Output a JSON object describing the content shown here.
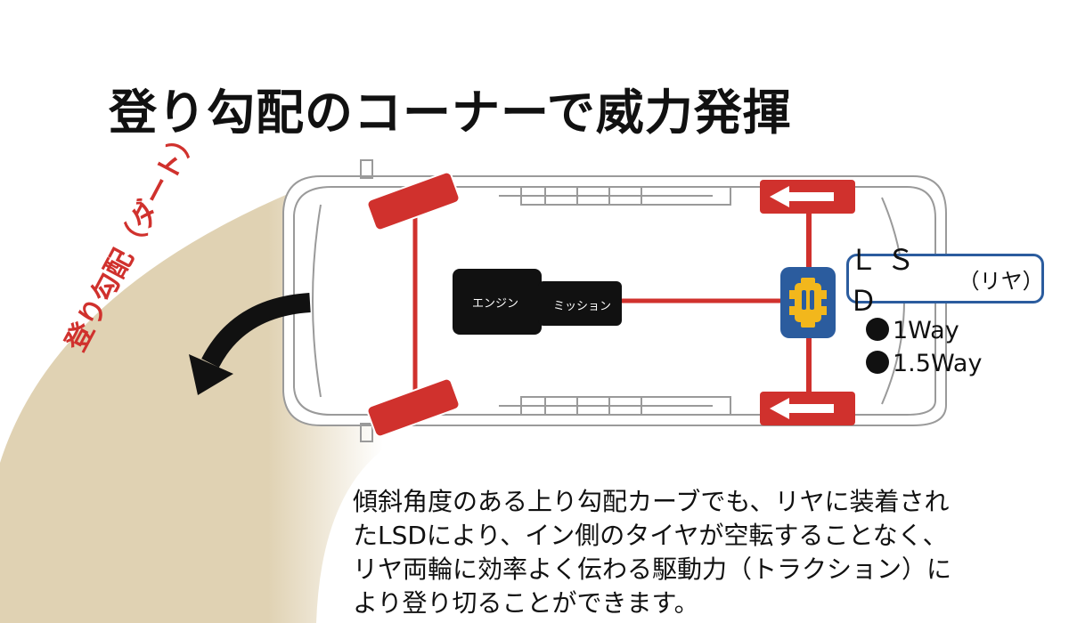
{
  "title": "登り勾配のコーナーで威力発揮",
  "slope_label": "登り勾配（ダート）",
  "blocks": {
    "engine": "エンジン",
    "transmission": "ミッション"
  },
  "lsd": {
    "label": "ＬＳＤ",
    "sub": "（リヤ）",
    "options": [
      "1Way",
      "1.5Way"
    ]
  },
  "description": [
    "傾斜角度のある上り勾配カーブでも、リヤに装着され",
    "たLSDにより、イン側のタイヤが空転することなく、",
    "リヤ両輪に効率よく伝わる駆動力（トラクション）に",
    "より登り切ることができます。"
  ],
  "colors": {
    "dirt": "#e0d2b3",
    "tire": "#d0312d",
    "axle": "#d0312d",
    "lsd_unit": "#2b5c9e",
    "lsd_gear": "#f2b71c",
    "block": "#111111",
    "car_outline": "#9a9a9a"
  }
}
